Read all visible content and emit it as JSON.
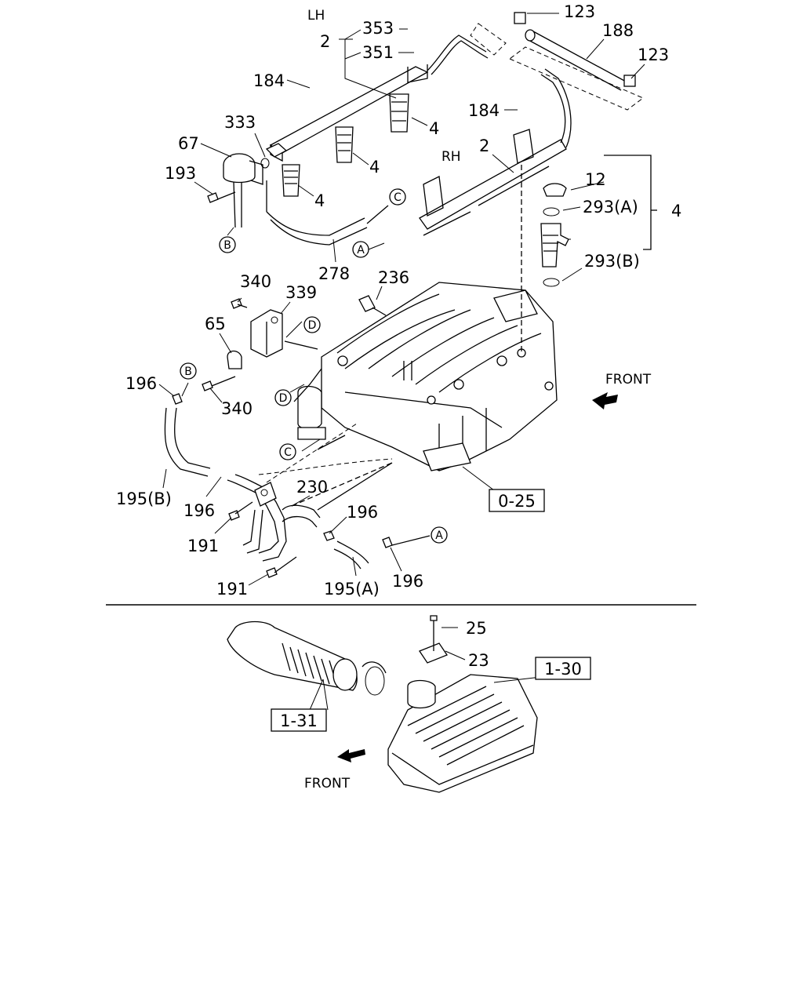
{
  "side_labels": {
    "lh": "LH",
    "rh": "RH"
  },
  "front_labels": [
    "FRONT",
    "FRONT"
  ],
  "callouts": {
    "c123a": "123",
    "c188": "188",
    "c123b": "123",
    "c2a": "2",
    "c353": "353",
    "c351": "351",
    "c184a": "184",
    "c184b": "184",
    "c4a": "4",
    "c4b": "4",
    "c4c": "4",
    "c2b": "2",
    "c333": "333",
    "c67": "67",
    "c193": "193",
    "c12": "12",
    "c293a": "293(A)",
    "c4d": "4",
    "c293b": "293(B)",
    "c278": "278",
    "c340a": "340",
    "c339": "339",
    "c236": "236",
    "c65": "65",
    "c196a": "196",
    "c340b": "340",
    "c195b": "195(B)",
    "c196b": "196",
    "c230": "230",
    "c191a": "191",
    "c196c": "196",
    "c191b": "191",
    "c195a": "195(A)",
    "c196d": "196",
    "c25": "25",
    "c23": "23"
  },
  "circle_refs": {
    "cA1": "A",
    "cA2": "A",
    "cB1": "B",
    "cB2": "B",
    "cC1": "C",
    "cC2": "C",
    "cD1": "D",
    "cD2": "D"
  },
  "ref_boxes": {
    "r025": "0-25",
    "r130": "1-30",
    "r131": "1-31"
  }
}
